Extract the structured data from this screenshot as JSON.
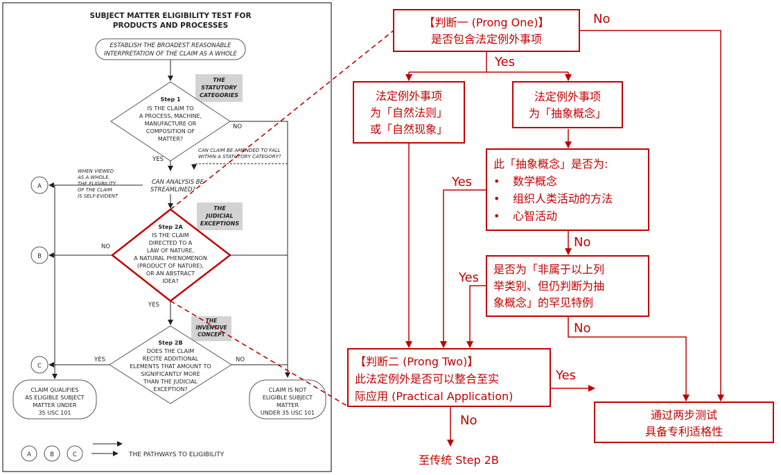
{
  "left": {
    "title1": "SUBJECT MATTER ELIGIBILITY TEST FOR",
    "title2": "PRODUCTS AND PROCESSES",
    "start1": "ESTABLISH THE BROADEST REASONABLE",
    "start2": "INTERPRETATION OF THE CLAIM AS A WHOLE",
    "statutory_tag": [
      "THE",
      "STATUTORY",
      "CATEGORIES"
    ],
    "step1": [
      "Step 1",
      "IS THE CLAIM TO",
      "A PROCESS, MACHINE,",
      "MANUFACTURE OR",
      "COMPOSITION OF",
      "MATTER?"
    ],
    "step1_no": "NO",
    "step1_yes": "YES",
    "amend": [
      "CAN CLAIM BE AMENDED TO FALL",
      "WITHIN A STATUTORY CATEGORY?"
    ],
    "when_viewed": [
      "WHEN VIEWED",
      "AS A WHOLE,",
      "THE ELIGIBILITY",
      "OF THE CLAIM",
      "IS SELF-EVIDENT"
    ],
    "streamlined": [
      "CAN ANALYSIS BE",
      "STREAMLINED?"
    ],
    "judicial_tag": [
      "THE",
      "JUDICIAL",
      "EXCEPTIONS"
    ],
    "step2a": [
      "Step 2A",
      "IS THE CLAIM",
      "DIRECTED TO A",
      "LAW OF NATURE,",
      "A NATURAL PHENOMENON",
      "(PRODUCT OF NATURE),",
      "OR AN ABSTRACT",
      "IDEA?"
    ],
    "step2a_no": "NO",
    "step2a_yes": "YES",
    "inventive_tag": [
      "THE",
      "INVENTIVE",
      "CONCEPT"
    ],
    "step2b": [
      "Step 2B",
      "DOES THE CLAIM",
      "RECITE ADDITIONAL",
      "ELEMENTS THAT AMOUNT TO",
      "SIGNIFICANTLY MORE",
      "THAN THE JUDICIAL",
      "EXCEPTION?"
    ],
    "step2b_yes": "YES",
    "step2b_no": "NO",
    "circle_a": "A",
    "circle_b": "B",
    "circle_c": "C",
    "qualifies": [
      "CLAIM QUALIFIES",
      "AS ELIGIBLE SUBJECT",
      "MATTER UNDER",
      "35 USC 101"
    ],
    "not_eligible": [
      "CLAIM IS NOT",
      "ELIGIBLE SUBJECT",
      "MATTER",
      "UNDER 35 USC 101"
    ],
    "pathways": "THE PATHWAYS TO ELIGIBILITY"
  },
  "right": {
    "prong_one": [
      "【判断一 (Prong One)】",
      "是否包含法定例外事项"
    ],
    "natural_law": [
      "法定例外事项",
      "为「自然法则」",
      "或「自然现象」"
    ],
    "abstract": [
      "法定例外事项",
      "为「抽象概念」"
    ],
    "abstract_q": "此「抽象概念」是否为:",
    "abstract_items": [
      "数学概念",
      "组织人类活动的方法",
      "心智活动"
    ],
    "rare_case": [
      "是否为「非属于以上列",
      "举类别、但仍判断为抽",
      "象概念」的罕见特例"
    ],
    "prong_two": [
      "【判断二 (Prong Two)】",
      "此法定例外是否可以整合至实",
      "际应用 (Practical Application)"
    ],
    "pass": [
      "通过两步测试",
      "具备专利适格性"
    ],
    "to_step2b": "至传统 Step 2B",
    "yes": "Yes",
    "no": "No",
    "accent_color": "#c00000"
  }
}
